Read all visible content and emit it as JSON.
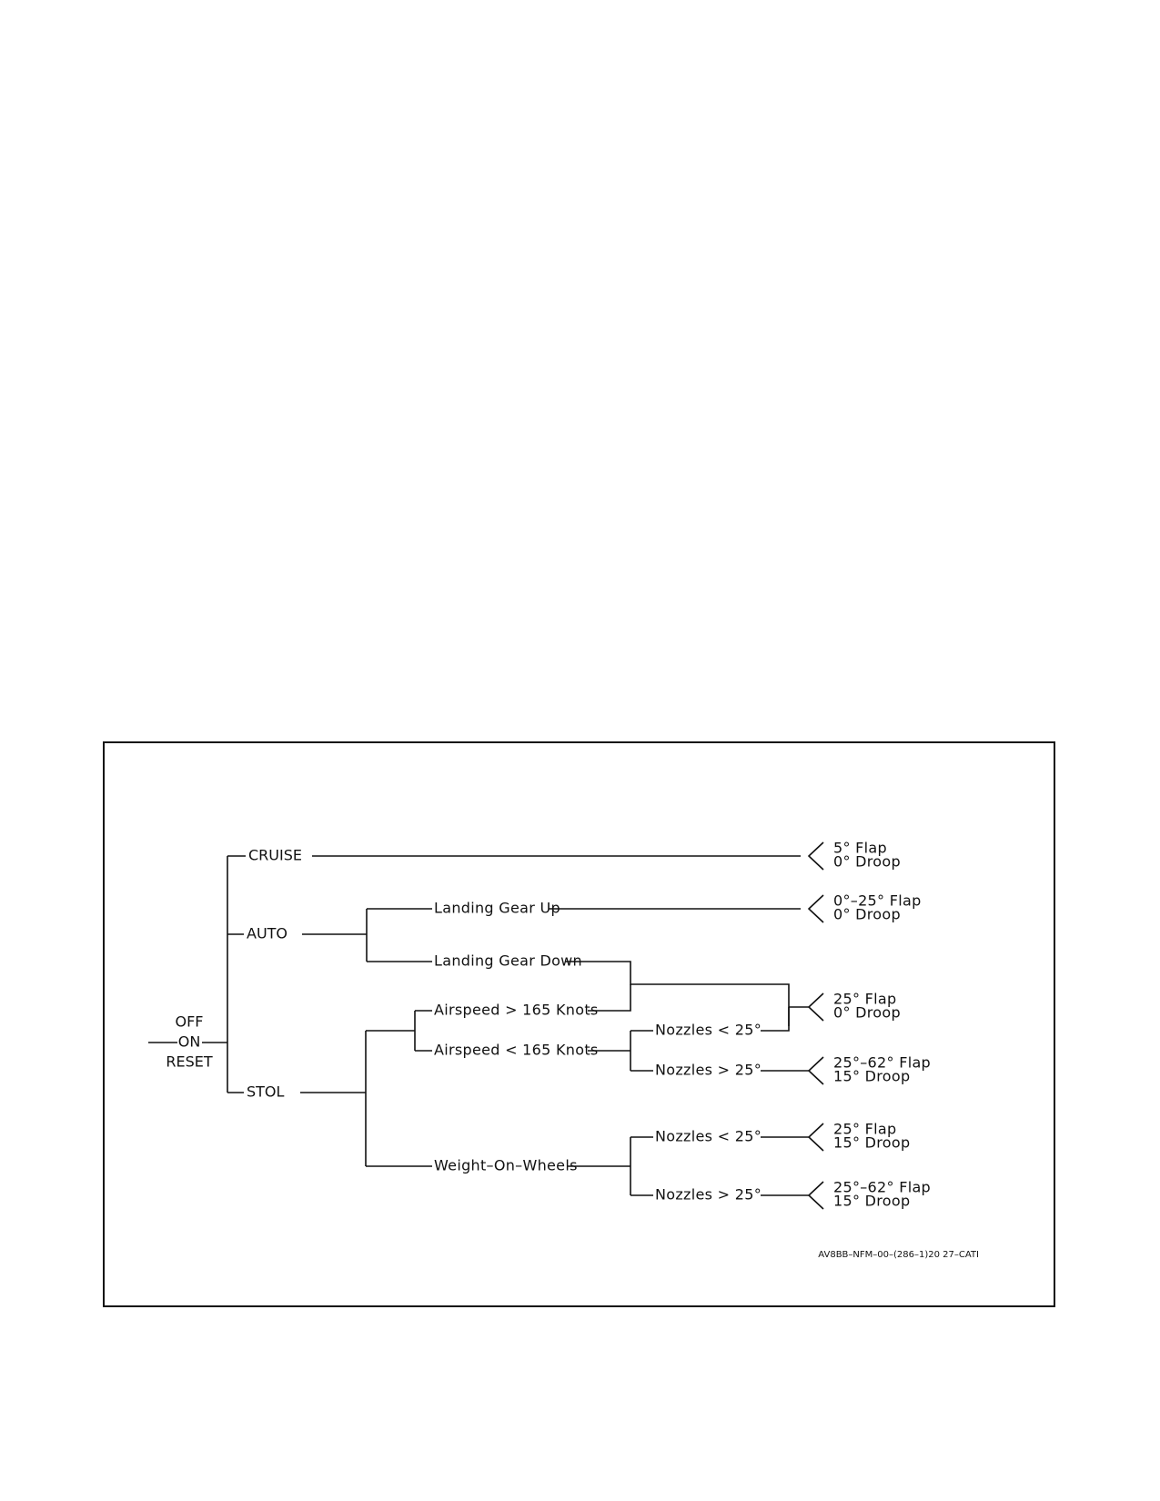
{
  "selector": {
    "off": "OFF",
    "on": "ON",
    "reset": "RESET"
  },
  "modes": {
    "cruise": "CRUISE",
    "auto": "AUTO",
    "stol": "STOL"
  },
  "conditions": {
    "gear_up": "Landing Gear Up",
    "gear_down": "Landing Gear Down",
    "airspeed_gt": "Airspeed > 165 Knots",
    "airspeed_lt": "Airspeed < 165 Knots",
    "weight_on_wheels": "Weight–On–Wheels",
    "nozzles_lt_1": "Nozzles < 25°",
    "nozzles_gt_1": "Nozzles > 25°",
    "nozzles_lt_2": "Nozzles < 25°",
    "nozzles_gt_2": "Nozzles > 25°"
  },
  "outcomes": [
    {
      "flap": "5° Flap",
      "droop": "0° Droop"
    },
    {
      "flap": "0°–25° Flap",
      "droop": "0° Droop"
    },
    {
      "flap": "25° Flap",
      "droop": "0° Droop"
    },
    {
      "flap": "25°–62° Flap",
      "droop": "15° Droop"
    },
    {
      "flap": "25° Flap",
      "droop": "15° Droop"
    },
    {
      "flap": "25°–62° Flap",
      "droop": "15° Droop"
    }
  ],
  "figure_id": "AV8BB–NFM–00–(286–1)20 27–CATI",
  "colors": {
    "line": "#111111",
    "background": "#ffffff"
  }
}
